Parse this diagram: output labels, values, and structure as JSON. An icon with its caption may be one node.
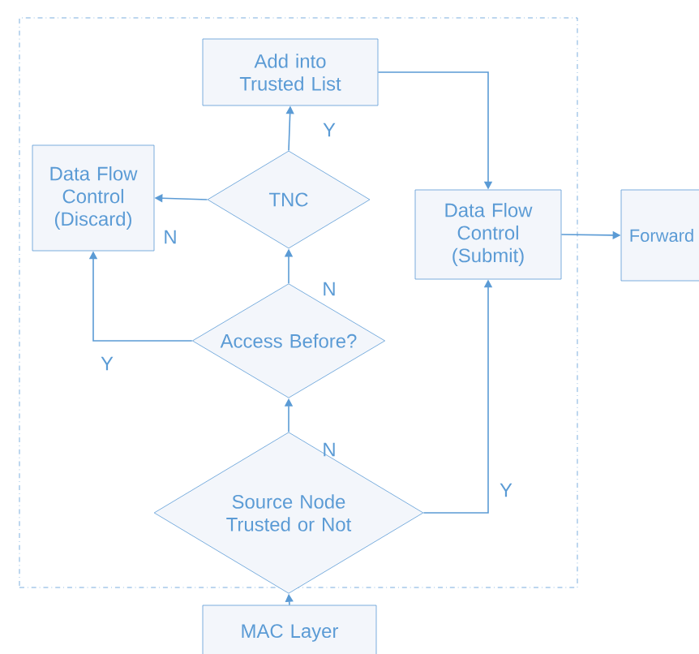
{
  "diagram": {
    "nodes": [
      {
        "text": [],
        "shape": "box"
      },
      {
        "text": [
          "Add into Trusted List"
        ],
        "in": 0
      },
      {
        "text": [
          "Data Flow Control (Discard)"
        ],
        "in": 0
      },
      {
        "text": [
          "TNC"
        ],
        "in": 0
      },
      {
        "text": [
          "Data Flow Control (Submit)"
        ],
        "in": 0
      },
      {
        "text": [
          "Forward"
        ]
      },
      {
        "text": [
          "Access Before?"
        ],
        "in": 0
      },
      {
        "text": [
          "Source Node Trusted or Not"
        ],
        "in": 0
      },
      {
        "text": [
          "MAC Layer"
        ]
      }
    ],
    "edges": [
      {
        "from": 7,
        "to": 6,
        "arrow": "to",
        "label": "N"
      },
      {
        "from": 6,
        "to": 3,
        "arrow": "to",
        "label": "N"
      },
      {
        "from": 3,
        "to": 1,
        "arrow": "to",
        "label": "Y"
      },
      {
        "from": 3,
        "to": 2,
        "arrow": "to",
        "label": "N"
      },
      {
        "from": 6,
        "to": 2,
        "arrow": "to",
        "label": "Y"
      },
      {
        "from": 1,
        "to": 4,
        "arrow": "to"
      },
      {
        "from": 7,
        "to": 4,
        "arrow": "to",
        "label": "Y"
      },
      {
        "from": 4,
        "to": 5,
        "arrow": "to"
      },
      {
        "from": 8,
        "to": 7,
        "arrow": "to"
      }
    ]
  }
}
